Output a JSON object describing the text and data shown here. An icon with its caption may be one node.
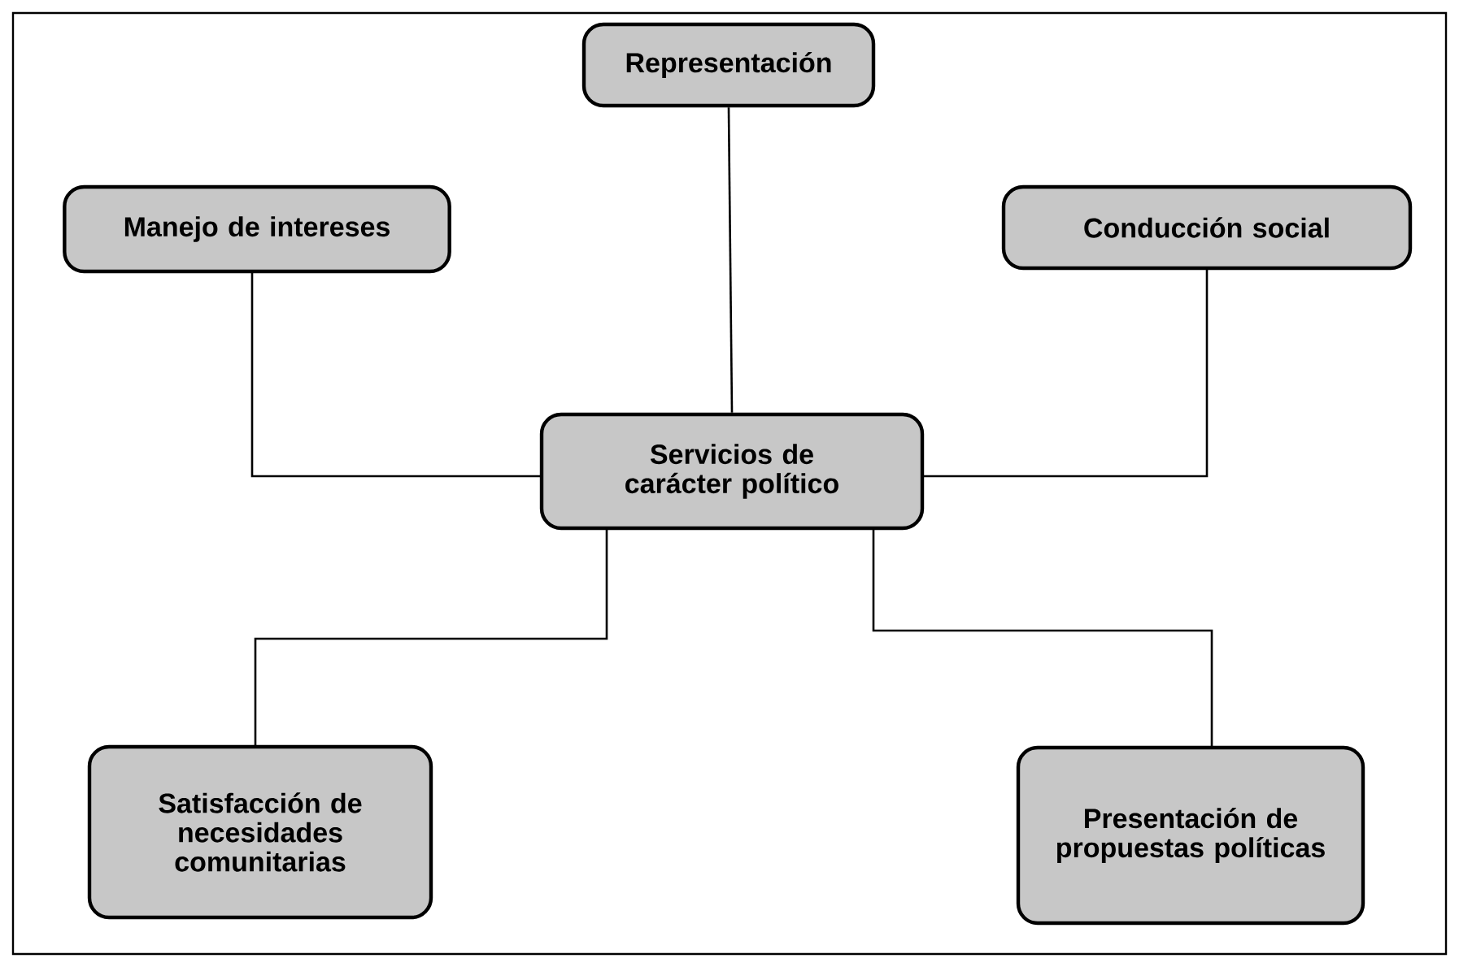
{
  "diagram": {
    "nodes": [
      {
        "text": [
          "Servicios de carácter político"
        ]
      },
      {
        "text": [
          "Representación"
        ]
      },
      {
        "text": [
          "Manejo de intereses"
        ]
      },
      {
        "text": [
          "Conducción social"
        ]
      },
      {
        "text": [
          "Satisfacción de necesidades comunitarias"
        ]
      },
      {
        "text": [
          "Presentación de propuestas políticas"
        ]
      }
    ],
    "edges": [
      {
        "from": 1,
        "to": 0,
        "arrow": "none"
      },
      {
        "from": 2,
        "to": 0,
        "arrow": "none"
      },
      {
        "from": 3,
        "to": 0,
        "arrow": "none"
      },
      {
        "from": 4,
        "to": 0,
        "arrow": "none"
      },
      {
        "from": 5,
        "to": 0,
        "arrow": "none"
      }
    ]
  }
}
